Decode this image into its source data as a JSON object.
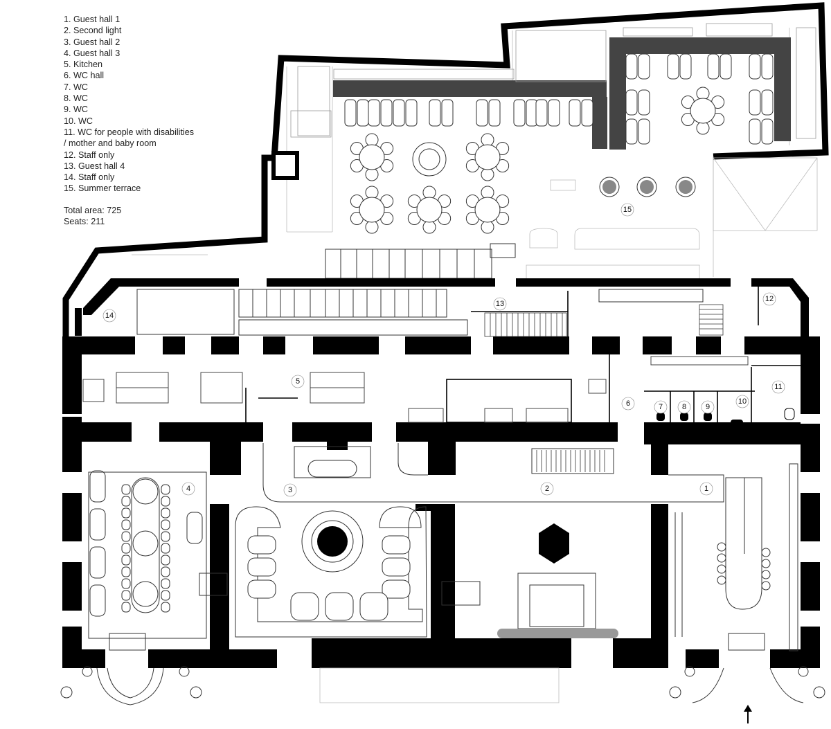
{
  "legend": [
    "1. Guest hall 1",
    "2. Second light",
    "3. Guest hall 2",
    "4. Guest hall 3",
    "5. Kitchen",
    "6. WC hall",
    "7. WC",
    "8. WC",
    "9. WC",
    "10. WC",
    "11. WC for people with disabilities",
    "/ mother and baby room",
    "12. Staff only",
    "13. Guest hall 4",
    "14. Staff only",
    "15. Summer terrace"
  ],
  "stats": {
    "total_area": "Total area: 725",
    "seats": "Seats: 211"
  },
  "room_numbers": [
    "1",
    "2",
    "3",
    "4",
    "5",
    "6",
    "7",
    "8",
    "9",
    "10",
    "11",
    "12",
    "13",
    "14",
    "15"
  ],
  "colors": {
    "walls": "#000000",
    "lines": "#333333",
    "background": "#ffffff"
  }
}
